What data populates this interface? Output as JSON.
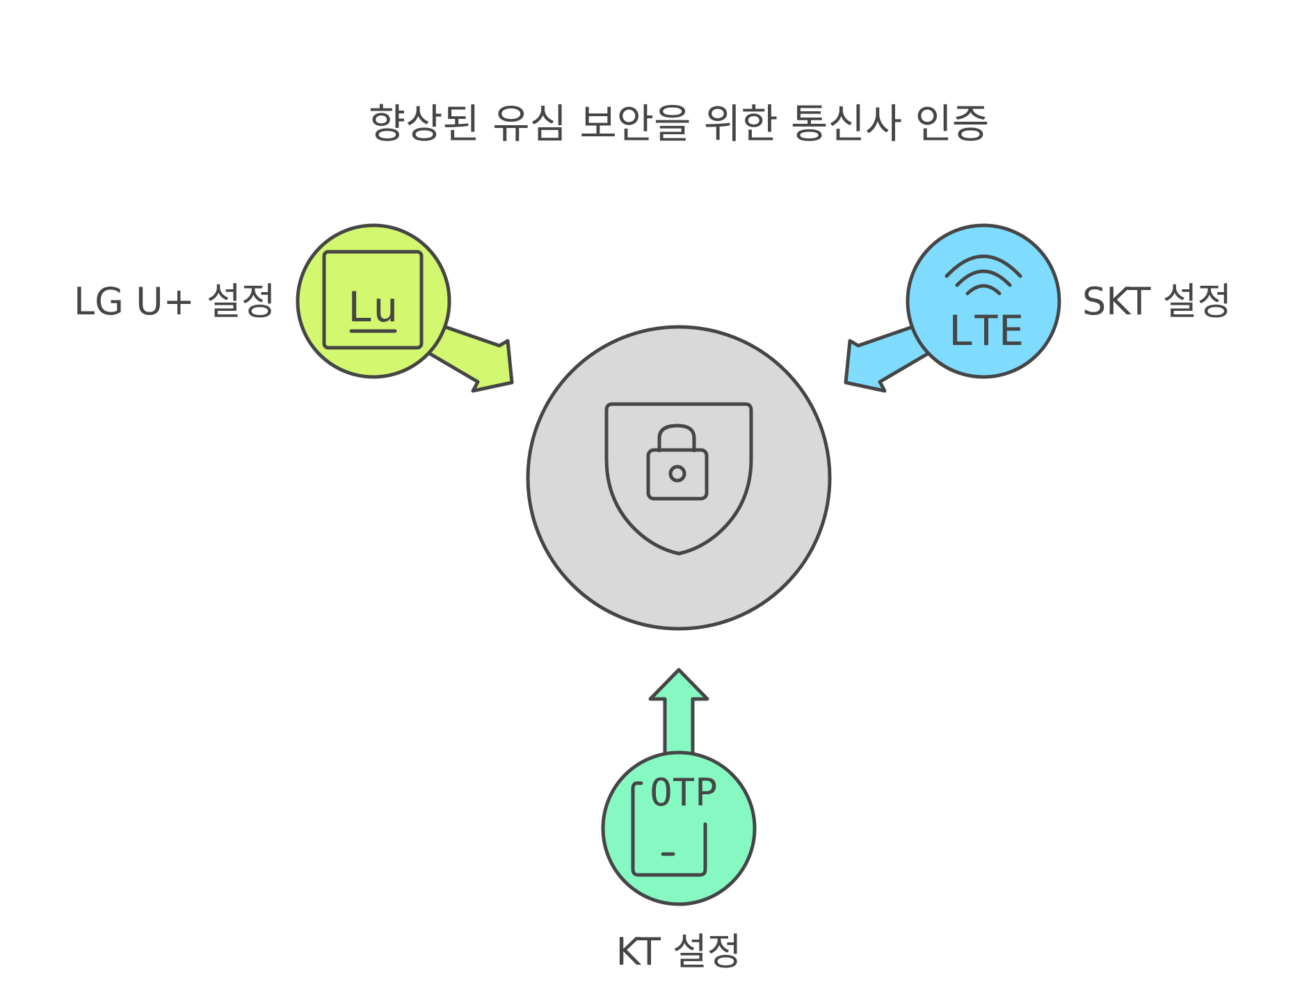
{
  "title": "향상된 유심 보안을 위한 통신사 인증",
  "nodes": {
    "center": {
      "icon": "shield-lock-icon",
      "color": "#d9d9d9"
    },
    "lgu": {
      "label": "LG U+ 설정",
      "icon": "lu-tile-icon",
      "icon_text": "Lu",
      "color": "#d3f76f"
    },
    "skt": {
      "label": "SKT 설정",
      "icon": "lte-signal-icon",
      "icon_text": "LTE",
      "color": "#7fdcff"
    },
    "kt": {
      "label": "KT 설정",
      "icon": "otp-device-icon",
      "icon_text": "OTP",
      "color": "#86f9c3"
    }
  },
  "colors": {
    "outline": "#454545",
    "text": "#454545"
  }
}
